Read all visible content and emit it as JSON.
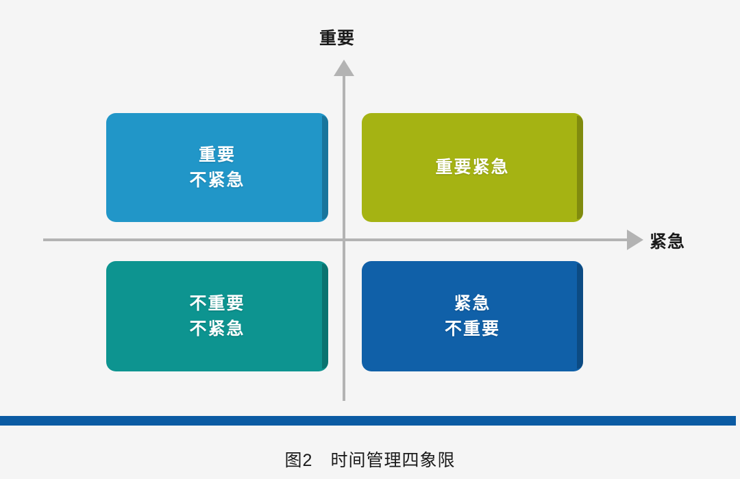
{
  "figure": {
    "caption": "图2　时间管理四象限",
    "background_color": "#f5f5f5"
  },
  "axes": {
    "y_label": "重要",
    "x_label": "紧急",
    "line_color": "#b3b3b3",
    "y_arrow_icon": "arrow-up-icon",
    "x_arrow_icon": "arrow-right-icon"
  },
  "quadrants": [
    {
      "id": "important-not-urgent",
      "position": "top-left",
      "lines": [
        "重要",
        "不紧急"
      ],
      "color": "#2196c8"
    },
    {
      "id": "important-urgent",
      "position": "top-right",
      "lines": [
        "重要紧急",
        ""
      ],
      "color": "#a5b313"
    },
    {
      "id": "not-important-not-urgent",
      "position": "bottom-left",
      "lines": [
        "不重要",
        "不紧急"
      ],
      "color": "#0d9490"
    },
    {
      "id": "urgent-not-important",
      "position": "bottom-right",
      "lines": [
        "紧急",
        "不重要"
      ],
      "color": "#1060a8"
    }
  ],
  "footer": {
    "rule_color": "#0b5ba3"
  },
  "chart_data": {
    "type": "table",
    "title": "图2　时间管理四象限",
    "xlabel": "紧急",
    "ylabel": "重要",
    "grid": false,
    "legend": "none",
    "categories": [
      "重要不紧急",
      "重要紧急",
      "不重要不紧急",
      "紧急不重要"
    ],
    "quadrant_matrix": [
      [
        "重要 不紧急",
        "重要紧急"
      ],
      [
        "不重要 不紧急",
        "紧急 不重要"
      ]
    ],
    "colors": [
      "#2196c8",
      "#a5b313",
      "#0d9490",
      "#1060a8"
    ]
  }
}
